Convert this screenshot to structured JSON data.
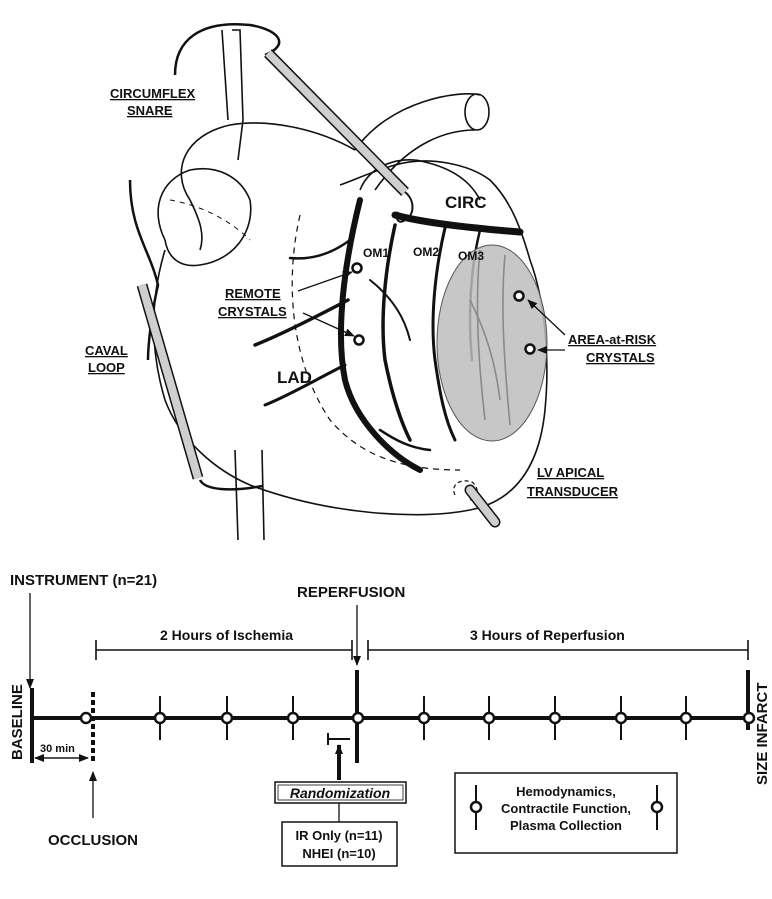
{
  "heart": {
    "labels": {
      "circumflex_snare": [
        "CIRCUMFLEX",
        "SNARE"
      ],
      "caval_loop": [
        "CAVAL",
        "LOOP"
      ],
      "remote_crystals": [
        "REMOTE",
        "CRYSTALS"
      ],
      "area_at_risk_crystals": [
        "AREA-at-RISK",
        "CRYSTALS"
      ],
      "lv_apical_transducer": [
        "LV APICAL",
        "TRANSDUCER"
      ],
      "circ": "CIRC",
      "lad": "LAD",
      "om1": "OM1",
      "om2": "OM2",
      "om3": "OM3"
    }
  },
  "timeline": {
    "instrument": "INSTRUMENT (n=21)",
    "reperfusion": "REPERFUSION",
    "ischemia_span": "2 Hours of Ischemia",
    "reperfusion_span": "3 Hours of Reperfusion",
    "baseline": "BASELINE",
    "size_infarct": "SIZE INFARCT",
    "interval": "30 min",
    "occlusion": "OCCLUSION",
    "randomization": "Randomization",
    "groups": [
      "IR Only (n=11)",
      "NHEI (n=10)"
    ],
    "legend": [
      "Hemodynamics,",
      "Contractile Function,",
      "Plasma Collection"
    ]
  }
}
